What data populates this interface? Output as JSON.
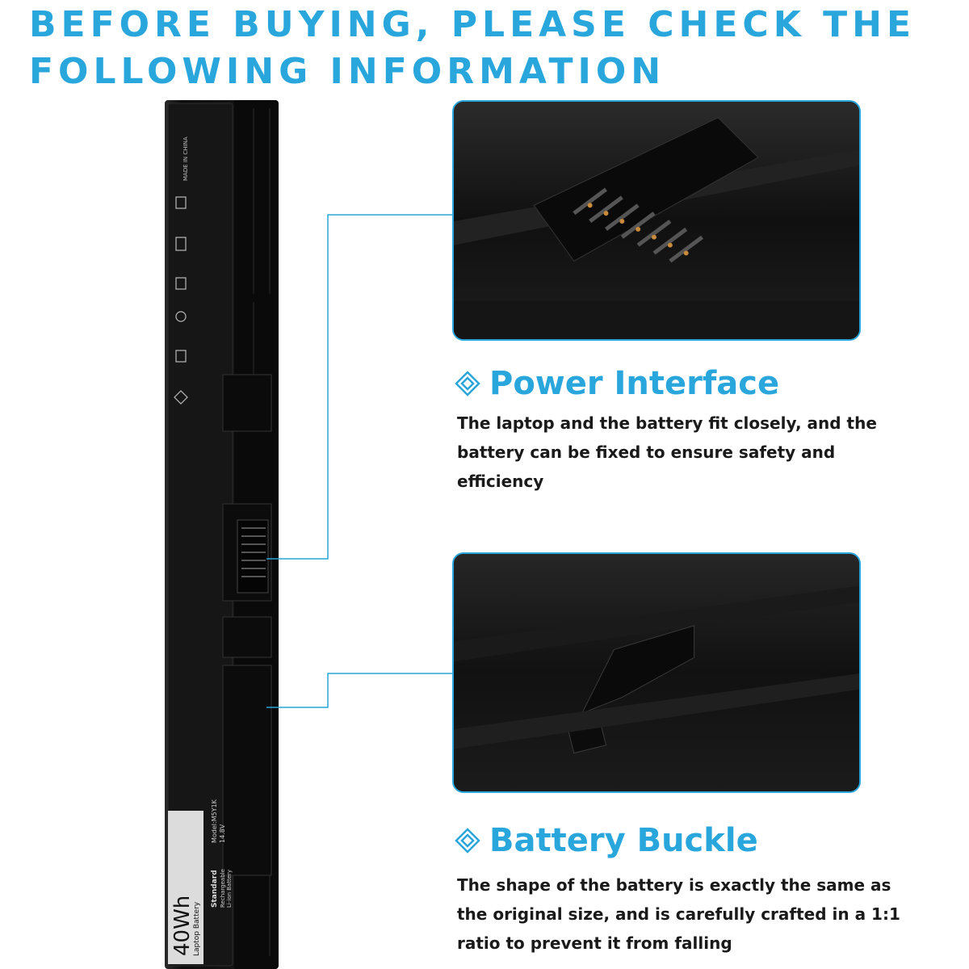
{
  "headline": {
    "line1": "BEFORE BUYING, PLEASE CHECK THE",
    "line2": "FOLLOWING INFORMATION"
  },
  "battery": {
    "capacity": "40Wh",
    "type": "Laptop Battery",
    "label_standard": "Standard",
    "label_rechargeable": "Rechargeable",
    "label_chem": "Li-ion Battery",
    "model": "Model:M5Y1K",
    "voltage": "14.8V",
    "made_in": "MADE IN CHINA"
  },
  "features": [
    {
      "title": "Power Interface",
      "desc_lines": [
        "The laptop and the battery fit closely, and the",
        "battery can be fixed to ensure safety and",
        "efficiency"
      ],
      "icon": "diamond-icon"
    },
    {
      "title": "Battery Buckle",
      "desc_lines": [
        "The shape of the battery is exactly the same as",
        "the original size, and is carefully crafted in a 1:1",
        "ratio to prevent it from falling"
      ],
      "icon": "diamond-icon"
    }
  ],
  "colors": {
    "accent": "#29a6db",
    "text": "#1a1a1a",
    "battery": "#111111"
  }
}
